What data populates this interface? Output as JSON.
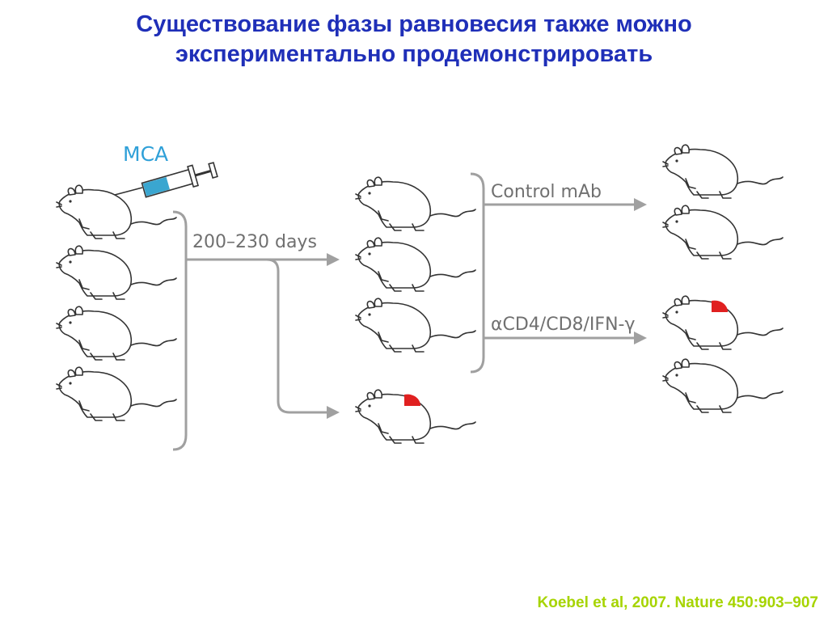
{
  "title": {
    "line1": "Существование фазы равновесия также можно",
    "line2": "экспериментально продемонстрировать"
  },
  "diagram": {
    "injection_label": "MCA",
    "period_label": "200–230 days",
    "control_label": "Control mAb",
    "depletion_label": "αCD4/CD8/IFN-γ"
  },
  "citation": "Koebel et al, 2007. Nature 450:903–907",
  "colors": {
    "title": "#1f2fb8",
    "citation": "#a6d400",
    "arrows": "#a0a0a0",
    "labels": "#707070",
    "mca_label": "#2fa0d8",
    "syringe_fluid": "#3aa6d0",
    "tumor": "#e02020"
  },
  "icons": [
    "mouse-icon",
    "syringe-icon",
    "tumor-mouse-icon"
  ]
}
